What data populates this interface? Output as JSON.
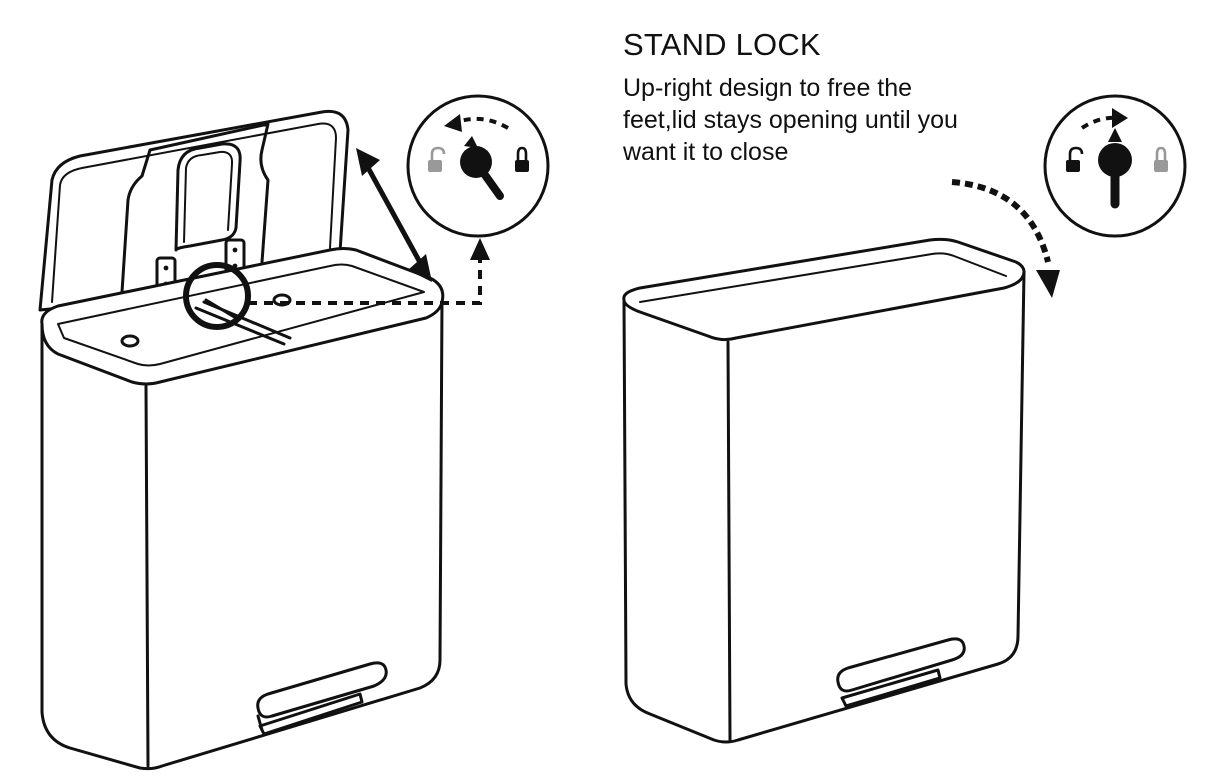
{
  "caption": {
    "title": "STAND LOCK",
    "lines": [
      "Up-right design to free the",
      "feet,lid stays opening until you",
      "want it to close"
    ]
  },
  "icons": {
    "open_bin": "trash-bin-open-lid",
    "closed_bin": "trash-bin-closed-lid",
    "lock_dial_unlock": "stand-lock-dial-rotate-counterclockwise",
    "lock_dial_lock": "stand-lock-dial-rotate-clockwise",
    "padlock_open": "unlock-icon",
    "padlock_closed": "lock-icon"
  },
  "colors": {
    "line": "#111111",
    "muted_icon": "#999999",
    "background": "#ffffff"
  }
}
